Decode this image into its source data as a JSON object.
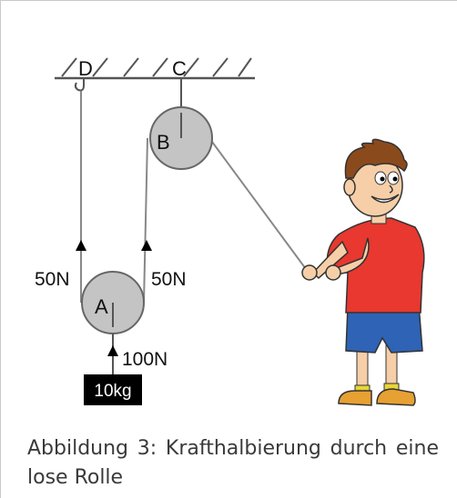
{
  "diagram": {
    "ceiling_points": {
      "left": "D",
      "right": "C"
    },
    "pulleys": {
      "fixed": "B",
      "loose": "A"
    },
    "forces": {
      "left_rope": "50N",
      "right_rope": "50N",
      "load": "100N"
    },
    "weight_label": "10kg"
  },
  "caption": "Abbildung 3: Krafthalbierung durch eine lose Rolle",
  "colors": {
    "pulley_fill": "#c4c4c4",
    "shirt": "#e8382f",
    "shorts": "#2e63b5",
    "hair": "#8b4a1c",
    "skin": "#f6cfa8",
    "shoes": "#e7a032",
    "weight_box": "#000000"
  }
}
